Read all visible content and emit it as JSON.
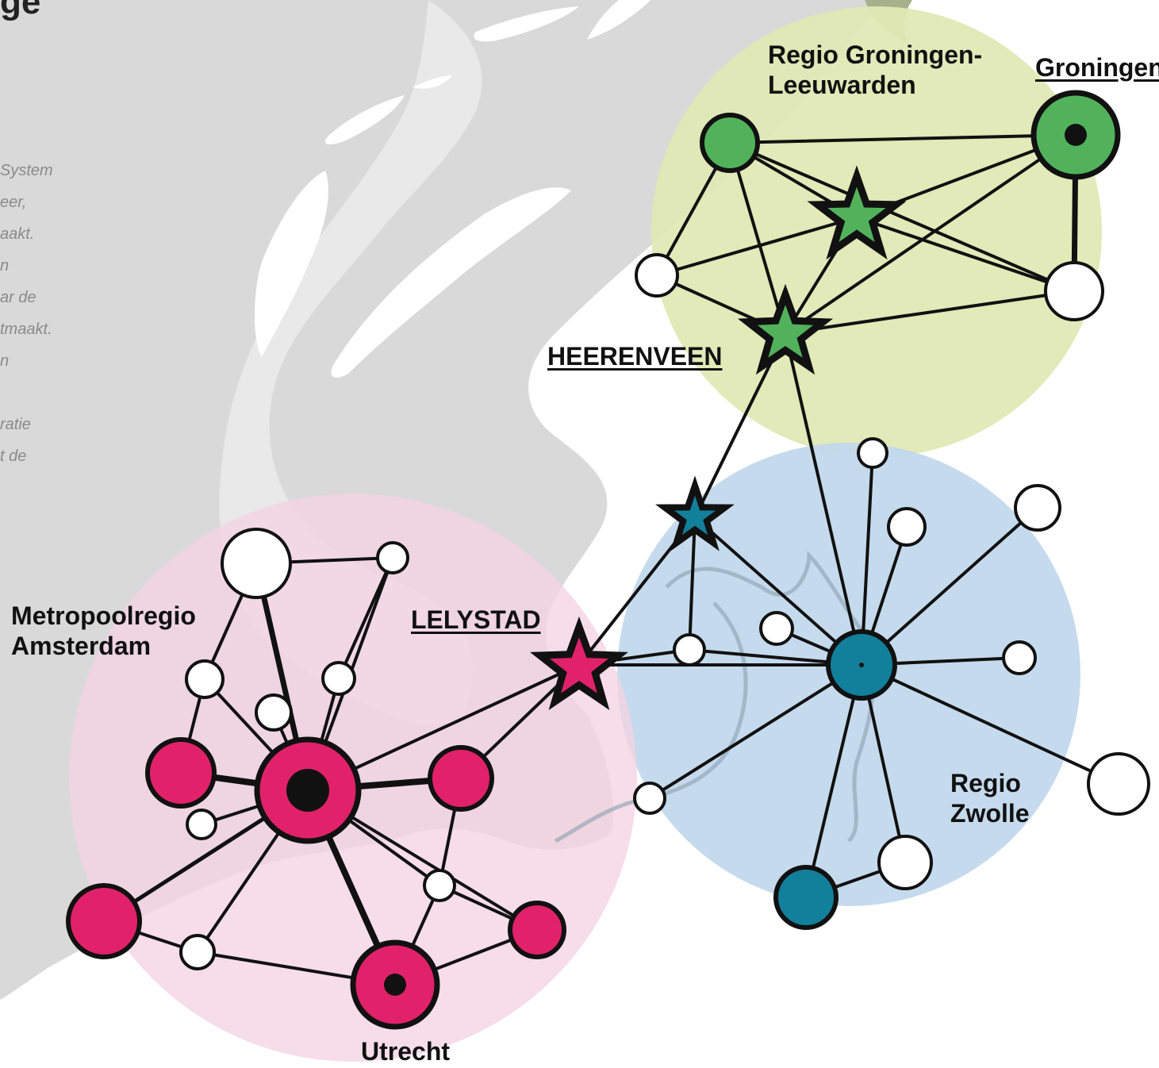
{
  "corner_text": "ge",
  "side_text_lines": [
    "System",
    "eer,",
    "aakt.",
    "n",
    "ar de",
    "tmaakt.",
    "n",
    "",
    "ratie",
    "t de"
  ],
  "regions": {
    "groningen_leeuwarden": {
      "line1": "Regio Groningen-",
      "line2": "Leeuwarden",
      "color": "#dfe9b4"
    },
    "amsterdam": {
      "line1": "Metropoolregio",
      "line2": "Amsterdam",
      "color": "#f6dfe9"
    },
    "zwolle": {
      "line1": "Regio",
      "line2": "Zwolle",
      "color": "#c2d8ec"
    }
  },
  "cities": {
    "groningen": "Groningen",
    "heerenveen": "HEERENVEEN",
    "lelystad": "LELYSTAD",
    "utrecht": "Utrecht"
  },
  "colors": {
    "land": "#d9d9d9",
    "green_node": "#52b25b",
    "pink_node": "#e1226a",
    "teal_node": "#127f9b",
    "edge": "#111111",
    "white_node": "#ffffff"
  }
}
